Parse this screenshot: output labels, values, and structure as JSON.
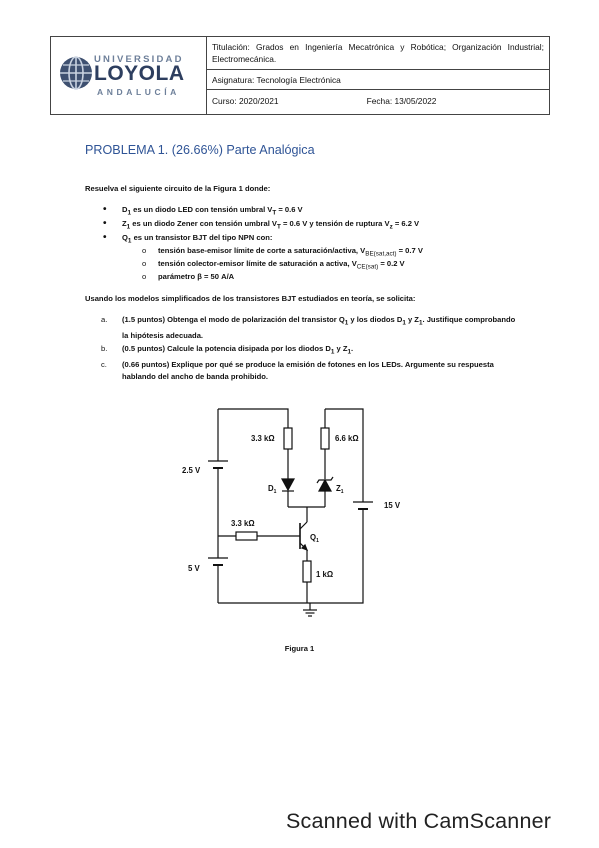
{
  "header": {
    "logo": {
      "line1": "UNIVERSIDAD",
      "line2": "LOYOLA",
      "line3": "ANDALUCÍA"
    },
    "titulacion": "Titulación: Grados en Ingeniería Mecatrónica y Robótica; Organización Industrial; Electromecánica.",
    "asignatura": "Asignatura: Tecnología Electrónica",
    "curso": "Curso: 2020/2021",
    "fecha": "Fecha: 13/05/2022"
  },
  "problem": {
    "title": "PROBLEMA 1. (26.66%) Parte Analógica",
    "intro": "Resuelva el siguiente circuito de la Figura 1 donde:",
    "bullets": [
      {
        "sub": "1",
        "text": " es un diodo LED con tensión umbral V",
        "sub2": "T",
        "tail": " = 0.6 V"
      },
      {
        "sub": "1",
        "text": " es un diodo Zener con tensión umbral V",
        "sub2": "T",
        "tail": " = 0.6 V y tensión de ruptura V",
        "sub3": "z",
        "tail2": " = 6.2 V"
      },
      {
        "sub": "1",
        "text": " es un transistor BJT del tipo NPN con:"
      }
    ],
    "subbullets": [
      {
        "text": "tensión base-emisor límite de corte a saturación/activa, V",
        "sub": "BE(sat,act)",
        "tail": " = 0.7 V"
      },
      {
        "text": "tensión colector-emisor límite de saturación a activa, V",
        "sub": "CE(sat)",
        "tail": " = 0.2 V"
      },
      {
        "text": "parámetro β = 50 A/A"
      }
    ],
    "models_intro": "Usando los modelos simplificados de los transistores BJT estudiados en teoría, se solicita:",
    "questions": [
      {
        "letter": "a.",
        "text": "(1.5 puntos) Obtenga el modo de polarización del transistor Q",
        "s1": "1",
        "mid": " y los diodos D",
        "s2": "1",
        "mid2": " y Z",
        "s3": "1",
        "tail": ". Justifique comprobando la hipótesis adecuada."
      },
      {
        "letter": "b.",
        "text": "(0.5 puntos) Calcule la potencia disipada por los diodos D",
        "s1": "1",
        "mid": " y Z",
        "s2": "1",
        "tail": "."
      },
      {
        "letter": "c.",
        "text": "(0.66 puntos) Explique por qué se produce la emisión de fotones en los LEDs. Argumente su respuesta hablando del ancho de banda prohibido."
      }
    ]
  },
  "circuit": {
    "r1": "3.3 kΩ",
    "r2": "6.6 kΩ",
    "r3": "3.3 kΩ",
    "r4": "1 kΩ",
    "v1": "2.5 V",
    "v2": "5 V",
    "v3": "15 V",
    "d1": "D",
    "d1_sub": "1",
    "z1": "Z",
    "z1_sub": "1",
    "q1": "Q",
    "q1_sub": "1"
  },
  "figure_caption": "Figura 1",
  "watermark": "Scanned with CamScanner"
}
